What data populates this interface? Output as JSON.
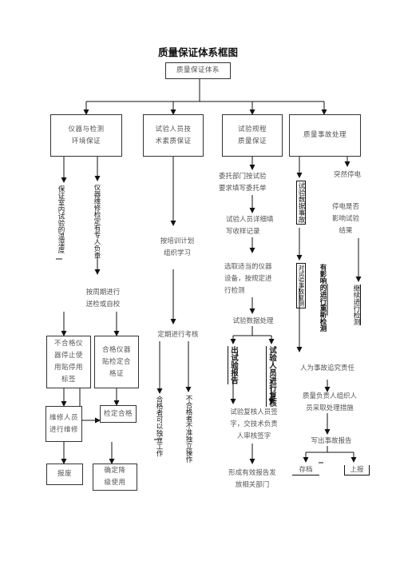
{
  "title": "质量保证体系框图",
  "root": "质量保证体系",
  "categories": {
    "c1": "仪器与检测\n环境保证",
    "c2": "试验人员技\n术素质保证",
    "c3": "试验规程\n质量保证",
    "c4": "质量事故处理"
  },
  "col1": {
    "v1": "保证室内试验的温湿度",
    "v2": "仪器维修检定有专人负责",
    "periodic": "按周期进行\n送检或自校",
    "unqualified": "不合格仪\n器停止使\n用贴停用\n标签",
    "qualified_check": "合格仪器\n贴检定合\n格证",
    "repair": "维修人员\n进行维修",
    "recheck": "检定合格",
    "scrap": "报废",
    "downgrade": "确定降\n级使用"
  },
  "col2": {
    "training": "按培训计划\n组织学习",
    "assessment": "定期进行考核",
    "pass": "合格者可以独立工作",
    "fail": "不合格者不准独立操作"
  },
  "col3": {
    "commission": "委托部门按试验\n要求填写委托单",
    "record": "试验人员详细填\n写收样记录",
    "select": "选取适当的仪器\n设备，按规定进\n行检测",
    "data": "试验数据处理",
    "issue": "出试验报告",
    "review": "试验人员进行复核",
    "sign": "试验复核人员签\n字，交技术负责\n人审核签字",
    "distribute": "形成有效报告发\n放相关部门"
  },
  "col4": {
    "accident": "试验数据事故",
    "outage": "突然停电",
    "affect": "停电是否\n影响试验\n结果",
    "recheck_box": "对试验事故复测",
    "influence": "有影响的进行重新检测",
    "continue": "继续进行检测",
    "human": "人为事故追究责任",
    "handle": "质量负责人组织人\n员采取处理措施",
    "report": "写出事故报告",
    "archive": "存档",
    "submit": "上报"
  }
}
